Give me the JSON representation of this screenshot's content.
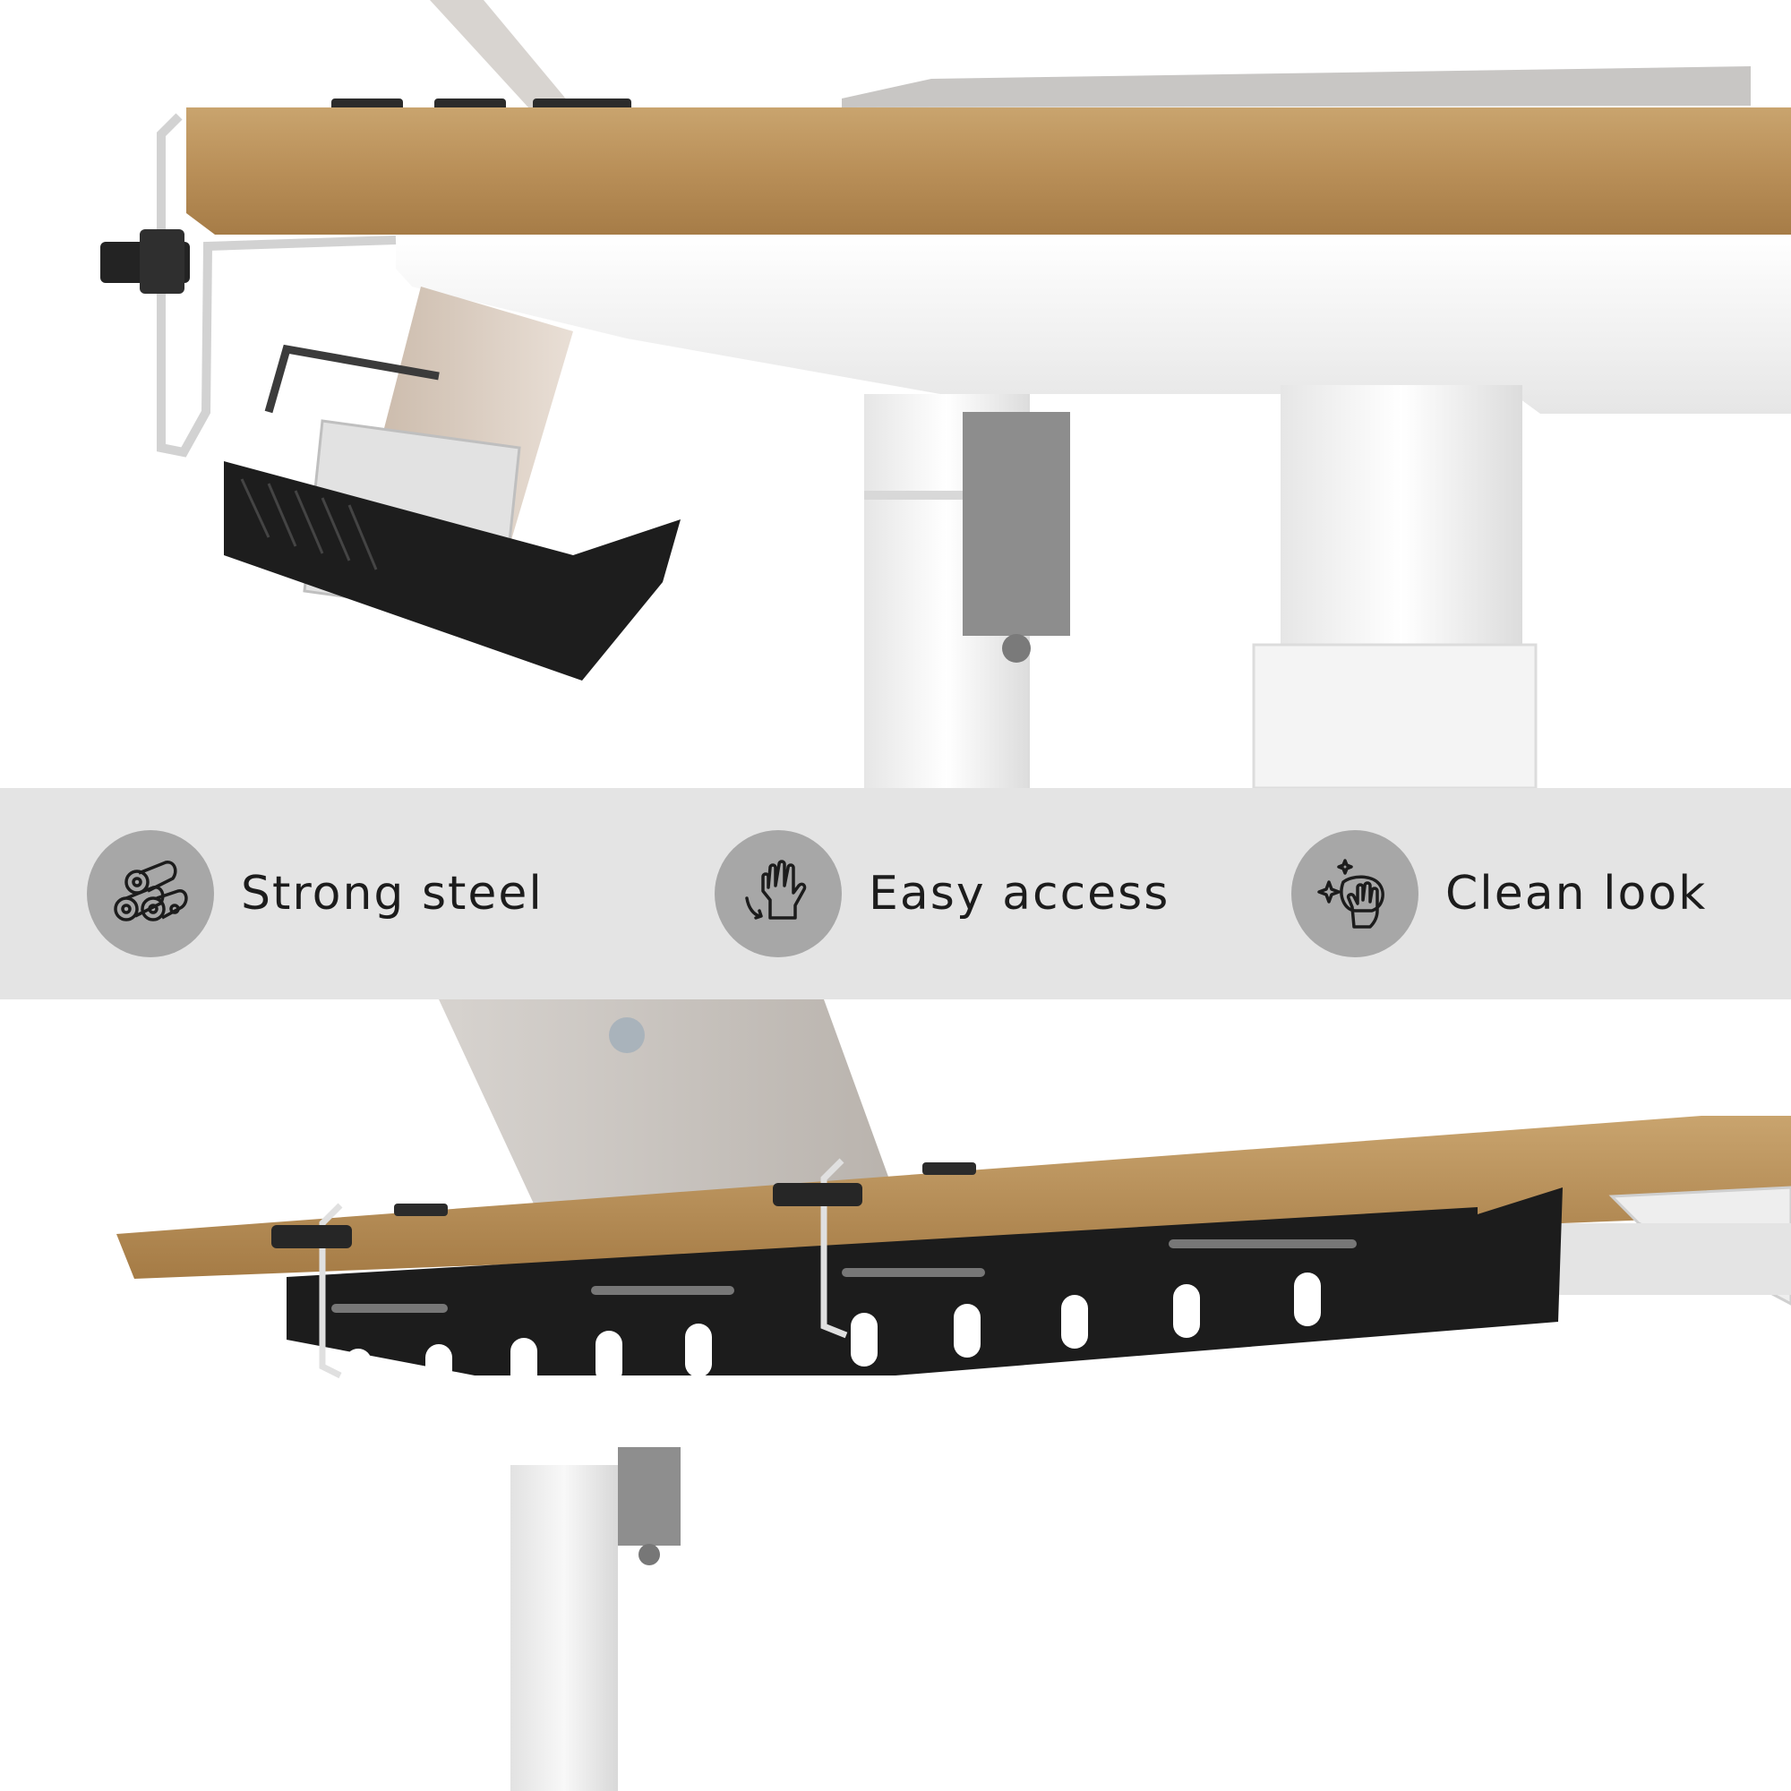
{
  "features": [
    {
      "label": "Strong steel",
      "icon": "steel-rolls-icon"
    },
    {
      "label": "Easy access",
      "icon": "hand-grab-icon"
    },
    {
      "label": "Clean look",
      "icon": "hand-wipe-sparkle-icon"
    }
  ],
  "colors": {
    "band_background": "#e4e4e4",
    "badge_background": "#a7a7a7",
    "text": "#1c1c1c",
    "wood": "#c29a62",
    "tray": "#1a1a1a",
    "desk_frame": "#f2f2f2"
  }
}
